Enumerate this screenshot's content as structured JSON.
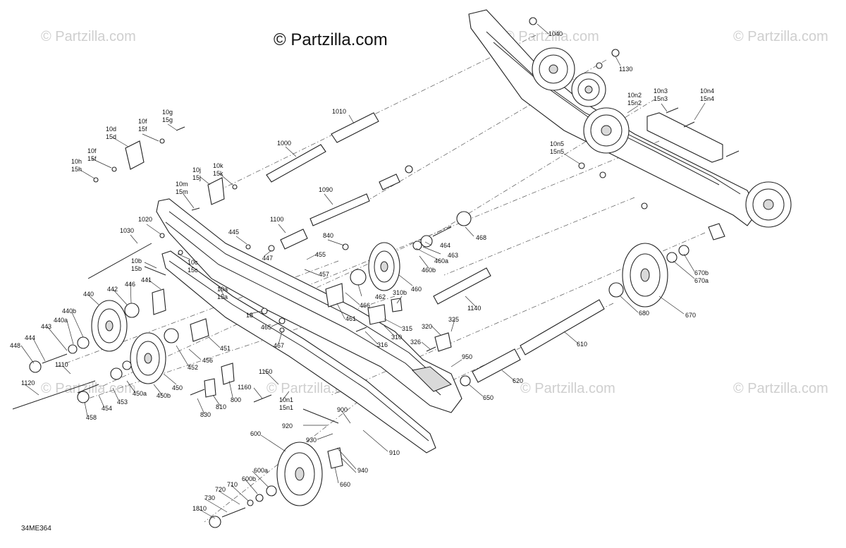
{
  "brand": "© Partzilla.com",
  "watermark": "© Partzilla.com",
  "diagram_code": "34ME364",
  "colors": {
    "ink": "#111111",
    "watermark": "#cfcfcf",
    "background": "#ffffff"
  },
  "callouts": [
    "1040",
    "1130",
    "10n2",
    "15n2",
    "10n3",
    "15n3",
    "10n4",
    "15n4",
    "1010",
    "1000",
    "10n5",
    "15n5",
    "10g",
    "15g",
    "10f",
    "15f",
    "10d",
    "15d",
    "10h",
    "15h",
    "10j",
    "15j",
    "10k",
    "15k",
    "10m",
    "15m",
    "1090",
    "1020",
    "1030",
    "445",
    "1100",
    "840",
    "468",
    "447",
    "455",
    "464",
    "463",
    "460a",
    "457",
    "460b",
    "10b",
    "15b",
    "10c",
    "15c",
    "441",
    "446",
    "442",
    "440",
    "440b",
    "440a",
    "443",
    "444",
    "448",
    "10a",
    "15a",
    "462",
    "310b",
    "460",
    "466",
    "461",
    "18",
    "465",
    "467",
    "315",
    "320",
    "325",
    "310",
    "316",
    "326",
    "670b",
    "670a",
    "670",
    "680",
    "1140",
    "610",
    "451",
    "456",
    "452",
    "1110",
    "1120",
    "450a",
    "453",
    "454",
    "458",
    "450",
    "450b",
    "800",
    "810",
    "830",
    "1160",
    "1150",
    "10n1",
    "15n1",
    "950",
    "620",
    "650",
    "900",
    "920",
    "930",
    "910",
    "940",
    "660",
    "600",
    "600a",
    "600b",
    "710",
    "720",
    "730",
    "1810"
  ]
}
